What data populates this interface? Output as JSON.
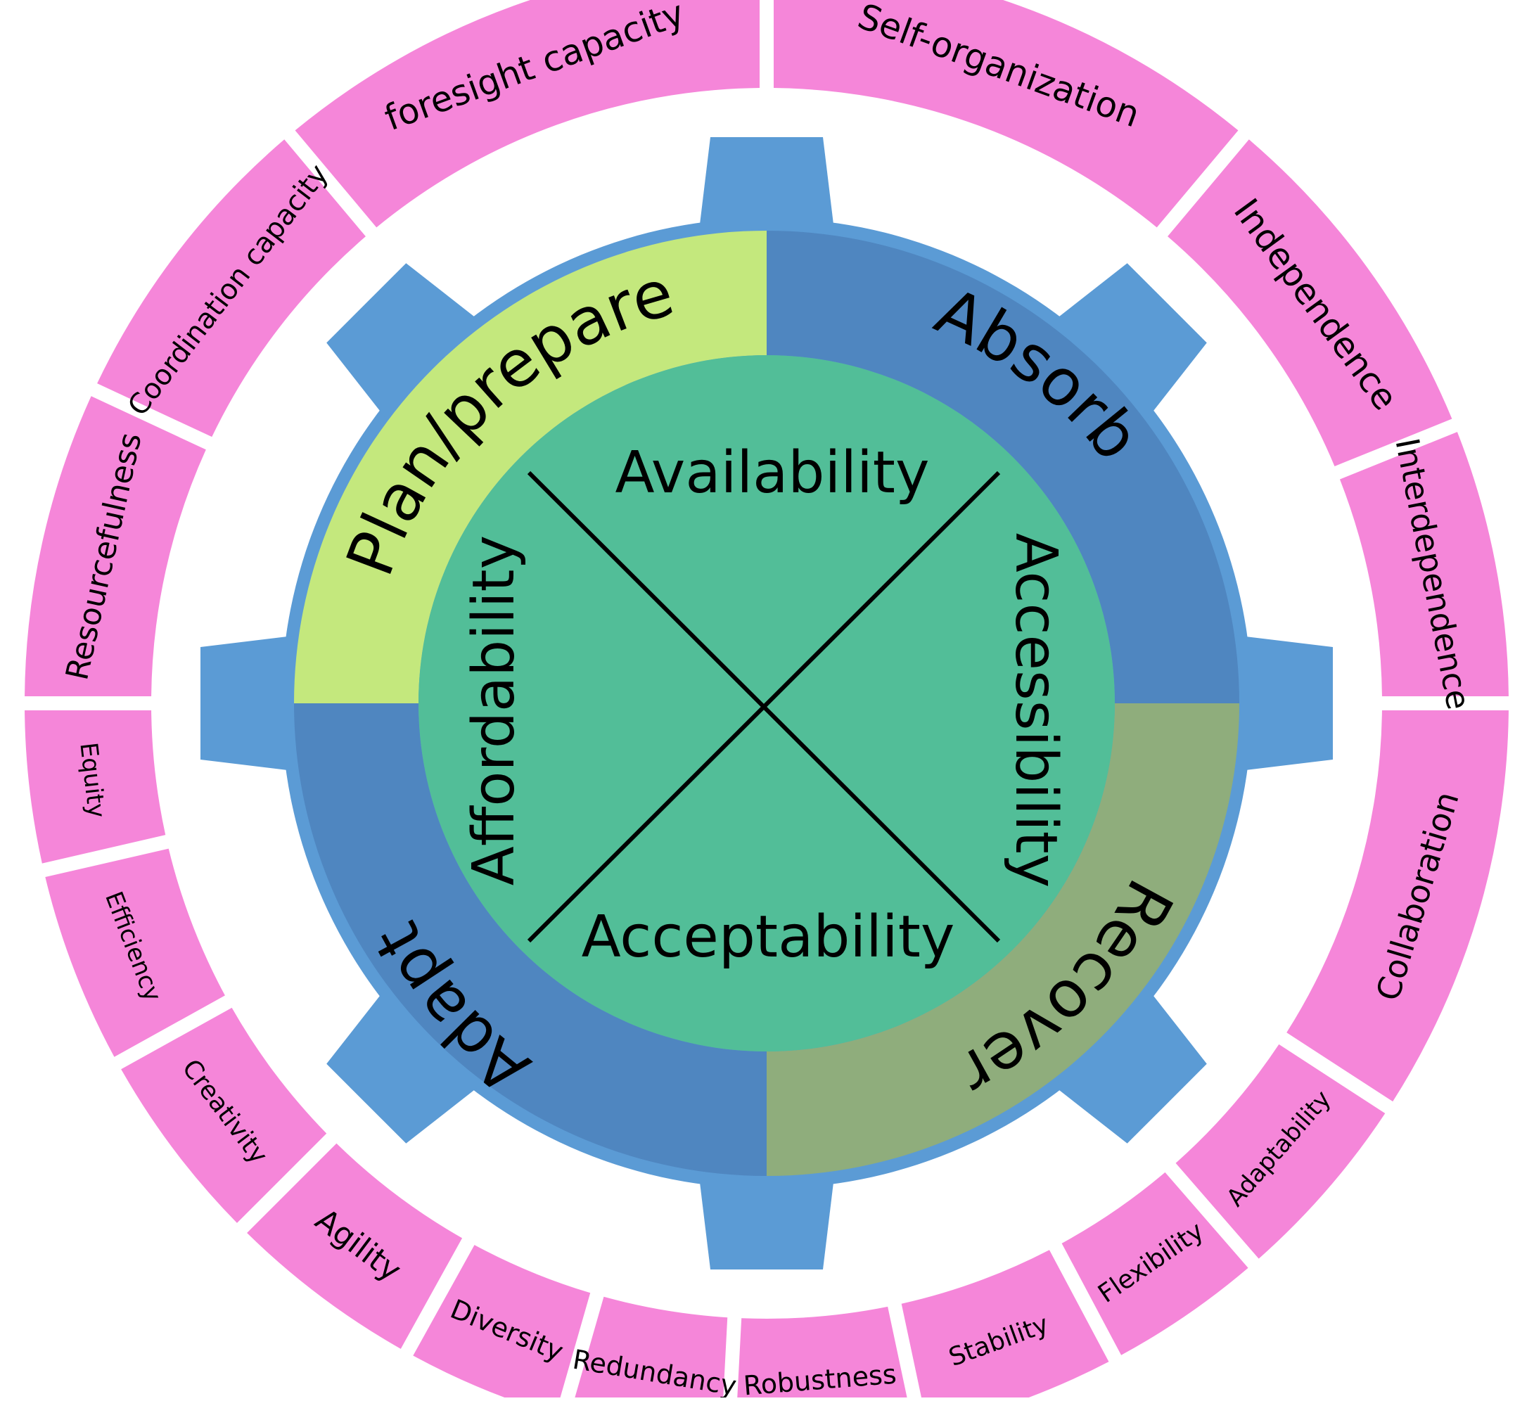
{
  "colors": {
    "pink": "#F586D9",
    "gear": "#5B9BD5",
    "ring_dark": "#4F86C0",
    "plan_prepare": "#C4E87D",
    "recover": "#8FAD7C",
    "core": "#52BE98",
    "text": "#000000"
  },
  "outer_ring": [
    "foresight capacity",
    "Self-organization",
    "Independence",
    "Interdependence",
    "Collaboration",
    "Adaptability",
    "Flexibility",
    "Stability",
    "Robustness",
    "Redundancy",
    "Diversity",
    "Agility",
    "Creativity",
    "Efficiency",
    "Equity",
    "Resourcefulness",
    "Coordination capacity"
  ],
  "phases": {
    "plan_prepare": "Plan/prepare",
    "absorb": "Absorb",
    "recover": "Recover",
    "adapt": "Adapt"
  },
  "core": {
    "top": "Availability",
    "right": "Accessibility",
    "bottom": "Acceptability",
    "left": "Affordability"
  }
}
